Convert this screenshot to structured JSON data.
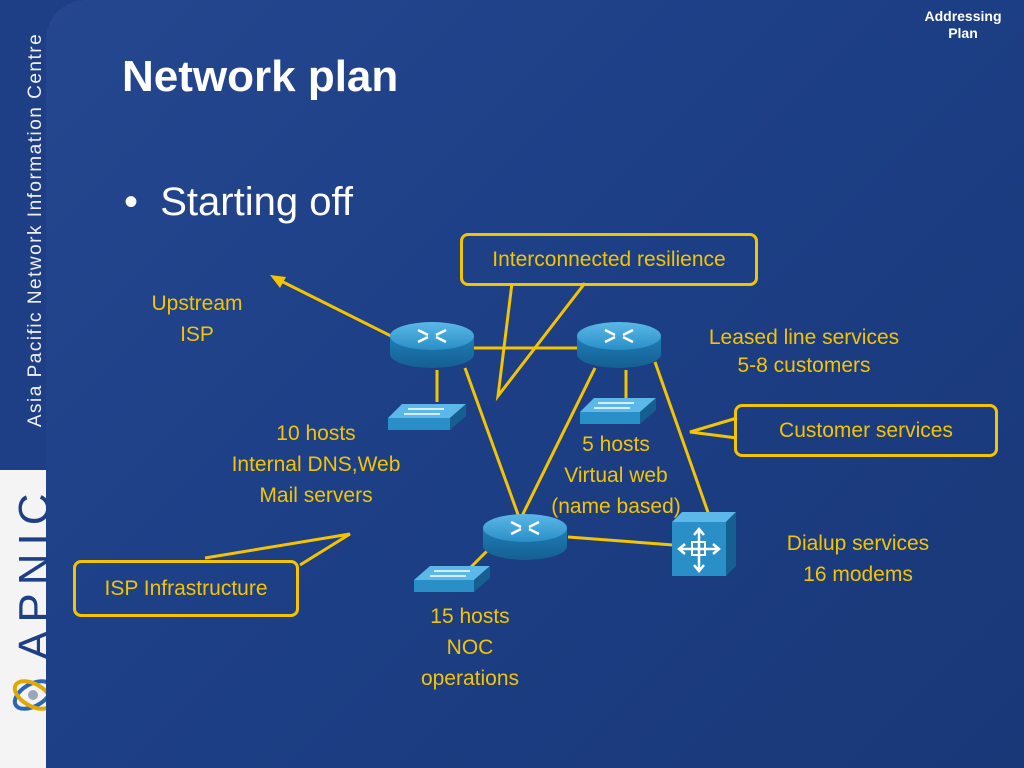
{
  "header": {
    "section_line1": "Addressing",
    "section_line2": "Plan"
  },
  "slide": {
    "title": "Network plan",
    "bullet": "Starting off"
  },
  "sidebar": {
    "org_name": "Asia Pacific Network Information Centre",
    "wordmark": "APNIC"
  },
  "diagram": {
    "upstream_isp": [
      "Upstream",
      "ISP"
    ],
    "core_hosts": [
      "10 hosts",
      "Internal DNS,Web",
      "Mail servers"
    ],
    "leased_line": [
      "Leased line services",
      "5-8 customers"
    ],
    "customer_hosts": [
      "5 hosts",
      "Virtual web",
      "(name based)"
    ],
    "dialup": [
      "Dialup services",
      "16 modems"
    ],
    "noc_hosts": [
      "15 hosts",
      "NOC",
      "operations"
    ],
    "callouts": {
      "interconnected": "Interconnected resilience",
      "customer_services": "Customer services",
      "isp_infrastructure": "ISP Infrastructure"
    }
  },
  "colors": {
    "background": "#1d3f86",
    "accent": "#f5c400",
    "text": "#ffffff",
    "device": "#2a8fc7"
  }
}
